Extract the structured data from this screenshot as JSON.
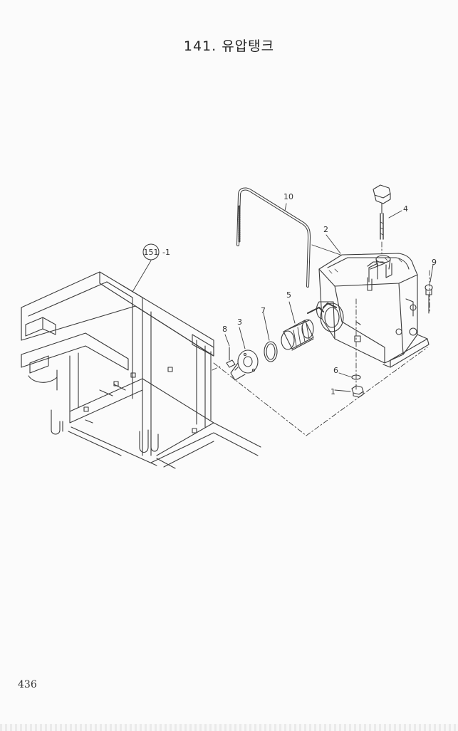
{
  "page": {
    "title": "141. 유압탱크",
    "page_number": "436"
  },
  "callouts": {
    "frame_ref": "151",
    "frame_ref_suffix": "-1",
    "part_1": "1",
    "part_2": "2",
    "part_3": "3",
    "part_4": "4",
    "part_5": "5",
    "part_6": "6",
    "part_7": "7",
    "part_8": "8",
    "part_9": "9",
    "part_10": "10"
  }
}
